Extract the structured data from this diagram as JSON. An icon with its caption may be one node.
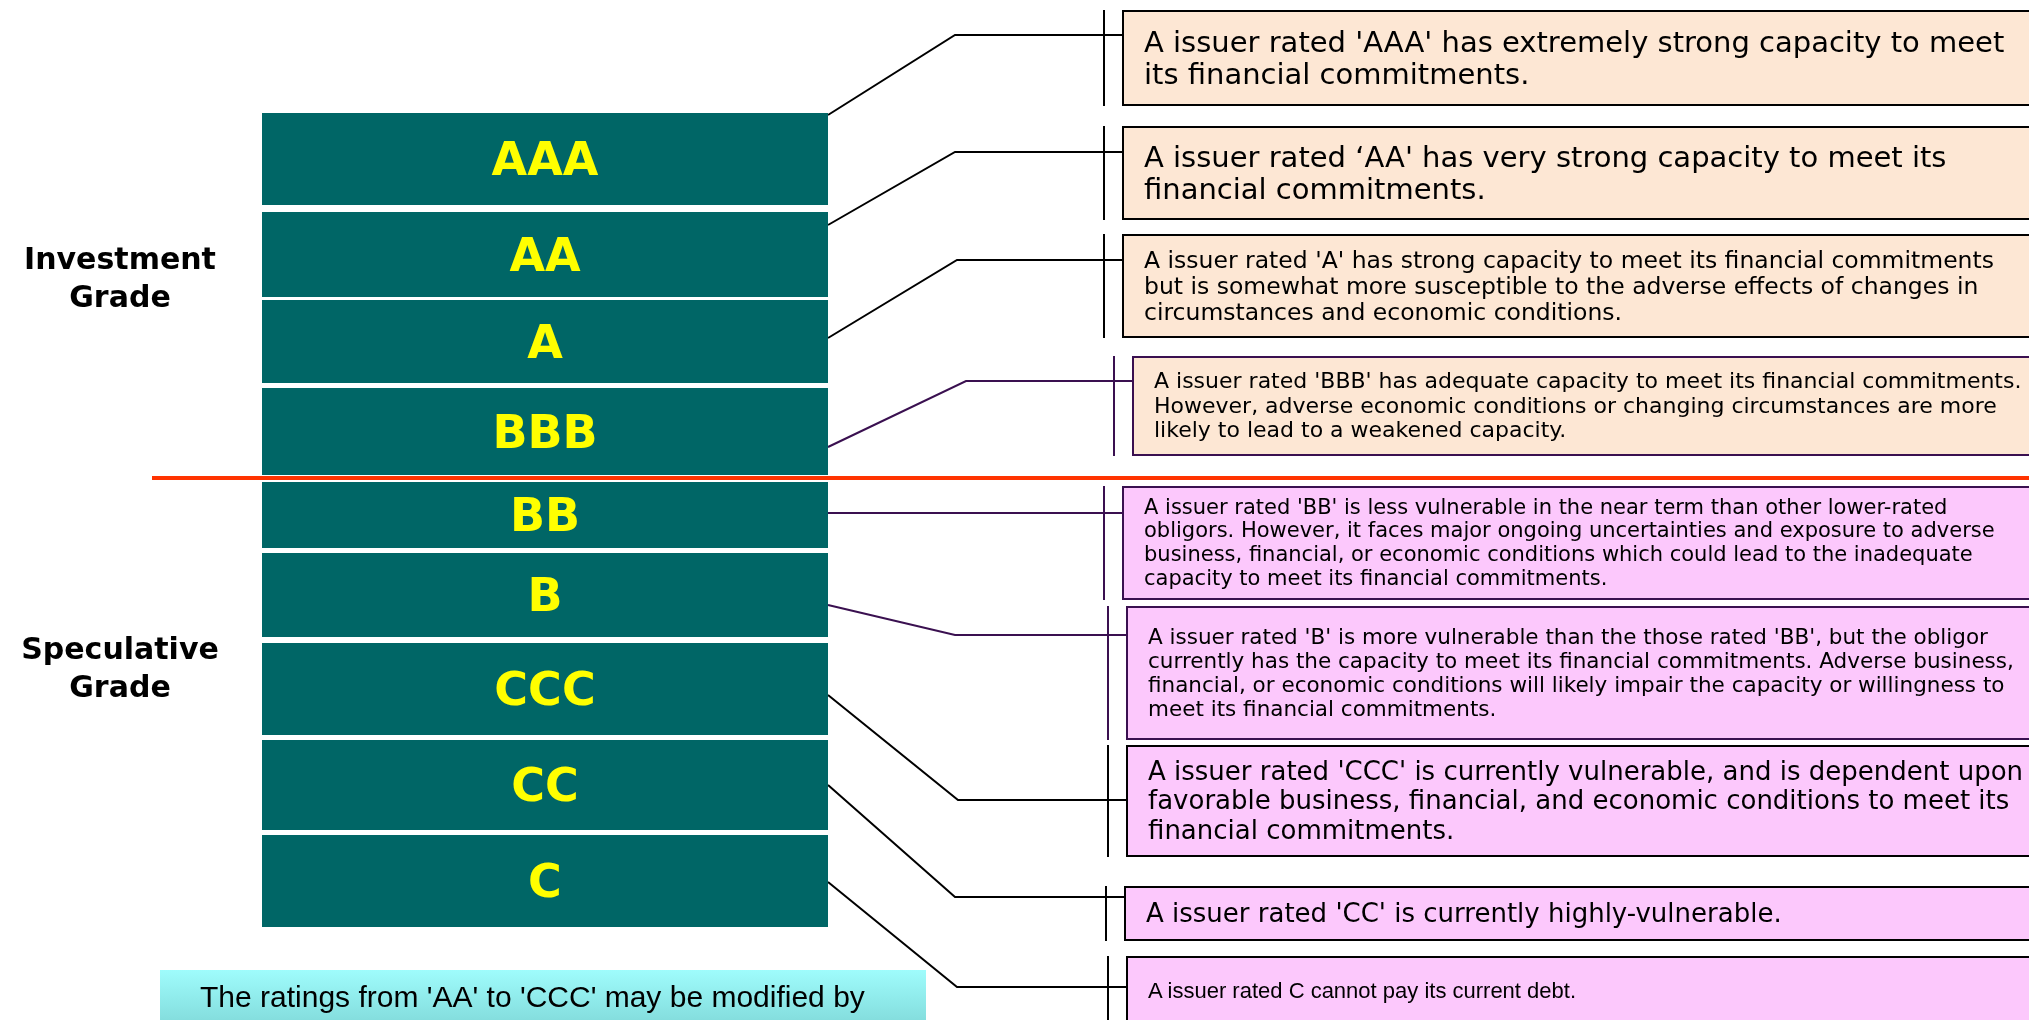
{
  "diagram": {
    "nodes": [
      {
        "text": [
          "AAA"
        ]
      },
      {
        "text": [
          "AA"
        ]
      },
      {
        "text": [
          "A"
        ]
      },
      {
        "text": [
          "BBB"
        ]
      },
      {
        "text": [
          "BB"
        ]
      },
      {
        "text": [
          "B"
        ]
      },
      {
        "text": [
          "CCC"
        ]
      },
      {
        "text": [
          "CC"
        ]
      },
      {
        "text": [
          "C"
        ]
      },
      {
        "text": [
          "A issuer rated 'AAA' has extremely strong capacity to meet its financial commitments."
        ]
      },
      {
        "text": [
          "A issuer rated ‘AA' has very strong capacity to meet its financial commitments."
        ]
      },
      {
        "text": [
          "A issuer rated 'A' has strong capacity to meet its financial commitments but is somewhat more susceptible to the adverse effects of changes in circumstances and economic conditions."
        ]
      },
      {
        "text": [
          "A issuer rated 'BBB' has adequate capacity to meet its financial commitments. However, adverse economic conditions or changing circumstances are more likely to lead to a weakened capacity."
        ]
      },
      {
        "text": [
          "A issuer rated 'BB' is less vulnerable in the near term than other lower-rated obligors. However, it faces major ongoing uncertainties and exposure to adverse business, financial, or economic conditions which could lead to the inadequate capacity to meet its financial commitments."
        ]
      },
      {
        "text": [
          "A issuer rated 'B' is more vulnerable than the those rated 'BB', but the obligor currently has the capacity to meet its financial commitments. Adverse business, financial, or economic conditions will likely impair the capacity or willingness to meet its financial commitments."
        ]
      },
      {
        "text": [
          "A issuer rated 'CCC' is currently vulnerable, and is dependent upon favorable business, financial, and economic conditions to meet its financial commitments."
        ]
      },
      {
        "text": [
          "A issuer rated 'CC' is currently highly-vulnerable."
        ]
      },
      {
        "text": [
          "A issuer rated C cannot pay its current debt."
        ]
      },
      {
        "text": [
          "The ratings from 'AA' to 'CCC' may be modified by"
        ]
      }
    ],
    "edges": [
      {
        "from": 0,
        "to": 9,
        "arrow": "none"
      },
      {
        "from": 1,
        "to": 10,
        "arrow": "none"
      },
      {
        "from": 2,
        "to": 11,
        "arrow": "none"
      },
      {
        "from": 3,
        "to": 12,
        "arrow": "none",
        "color": "#3a1050"
      },
      {
        "from": 4,
        "to": 13,
        "arrow": "none",
        "color": "#3a1050"
      },
      {
        "from": 5,
        "to": 14,
        "arrow": "none",
        "color": "#3a1050"
      },
      {
        "from": 6,
        "to": 15,
        "arrow": "none"
      },
      {
        "from": 7,
        "to": 16,
        "arrow": "none"
      },
      {
        "from": 8,
        "to": 17,
        "arrow": "none"
      }
    ],
    "labels": [
      "Investment Grade",
      "Speculative Grade"
    ]
  }
}
